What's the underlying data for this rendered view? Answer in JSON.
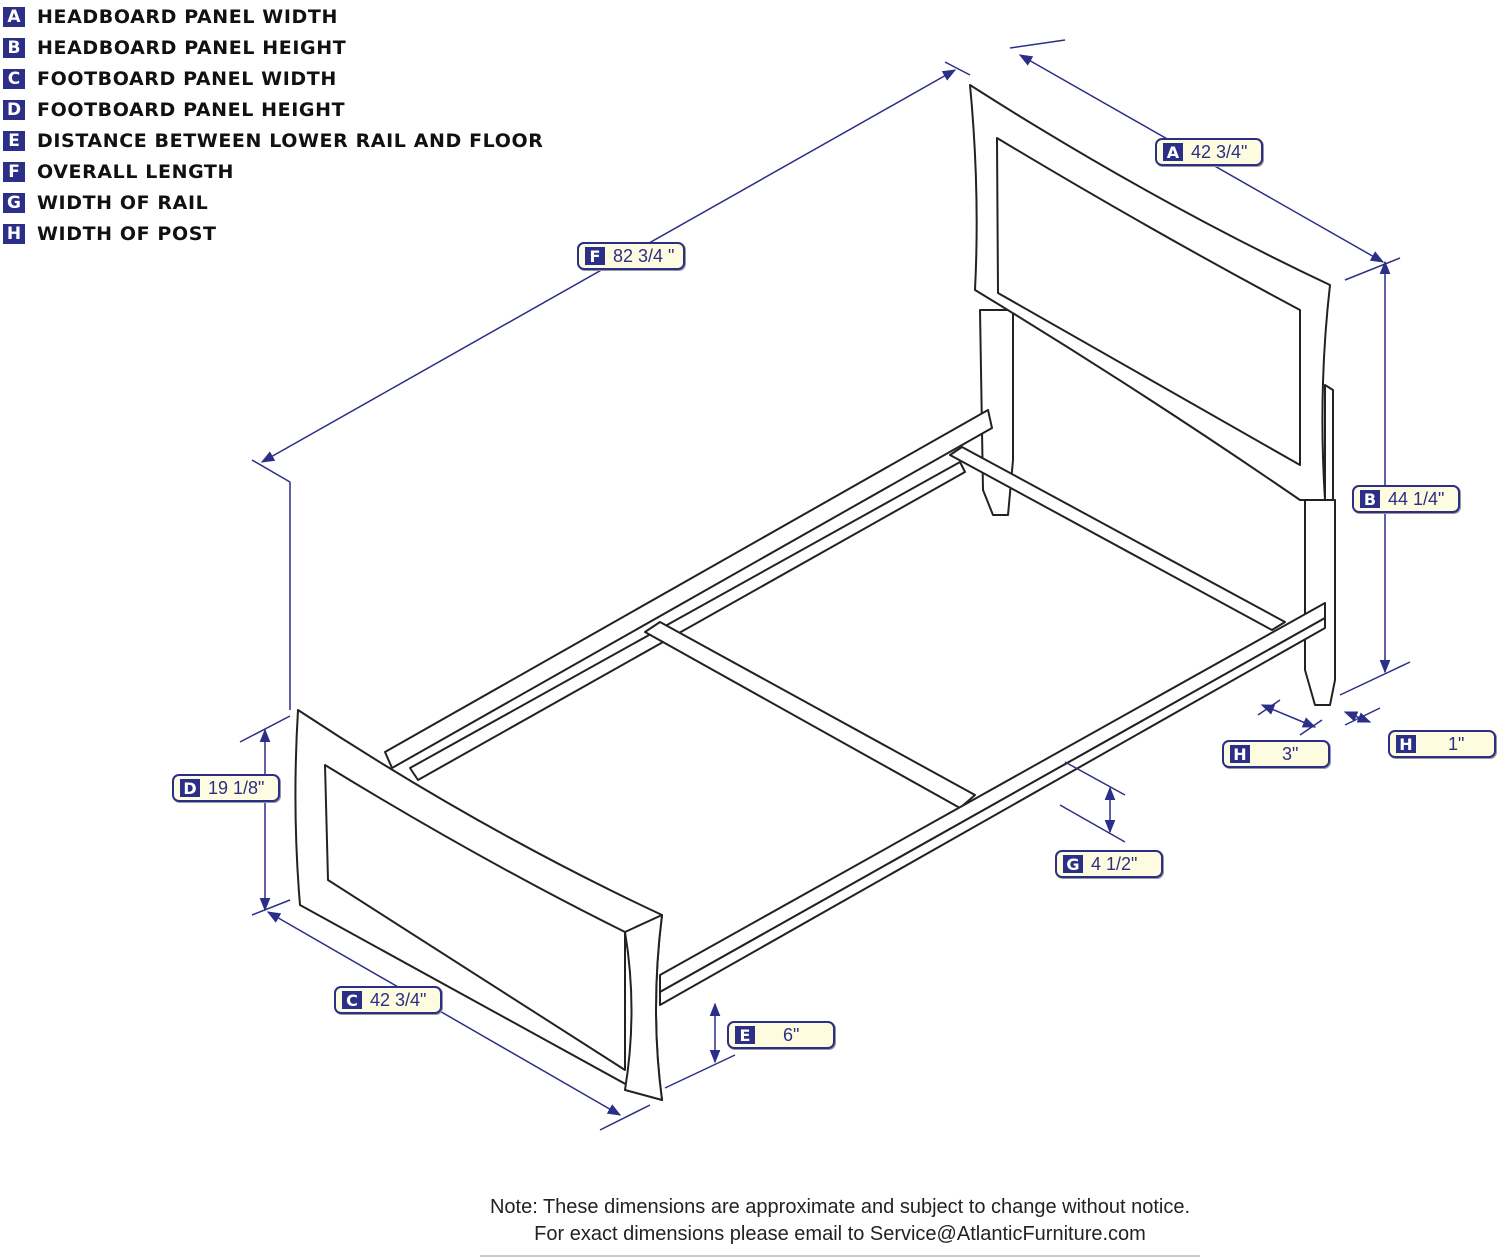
{
  "legend": [
    {
      "key": "A",
      "label": "HEADBOARD PANEL WIDTH"
    },
    {
      "key": "B",
      "label": "HEADBOARD PANEL HEIGHT"
    },
    {
      "key": "C",
      "label": "FOOTBOARD PANEL WIDTH"
    },
    {
      "key": "D",
      "label": "FOOTBOARD PANEL HEIGHT"
    },
    {
      "key": "E",
      "label": "DISTANCE BETWEEN LOWER RAIL AND FLOOR"
    },
    {
      "key": "F",
      "label": "OVERALL LENGTH"
    },
    {
      "key": "G",
      "label": "WIDTH OF RAIL"
    },
    {
      "key": "H",
      "label": "WIDTH OF POST"
    }
  ],
  "dimensions": {
    "A": {
      "key": "A",
      "value": "42 3/4\""
    },
    "B": {
      "key": "B",
      "value": "44 1/4\""
    },
    "C": {
      "key": "C",
      "value": "42 3/4\""
    },
    "D": {
      "key": "D",
      "value": "19 1/8\""
    },
    "E": {
      "key": "E",
      "value": "6\""
    },
    "F": {
      "key": "F",
      "value": "82 3/4 \""
    },
    "G": {
      "key": "G",
      "value": "4 1/2\""
    },
    "H3": {
      "key": "H",
      "value": "3\""
    },
    "H1": {
      "key": "H",
      "value": "1\""
    }
  },
  "note": {
    "line1": "Note:  These dimensions are approximate and subject to change without notice.",
    "line2": "For exact dimensions please email to Service@AtlanticFurniture.com"
  },
  "colors": {
    "accent": "#2b2f87",
    "tag_fill": "#fdfbe0",
    "line": "#222222"
  }
}
